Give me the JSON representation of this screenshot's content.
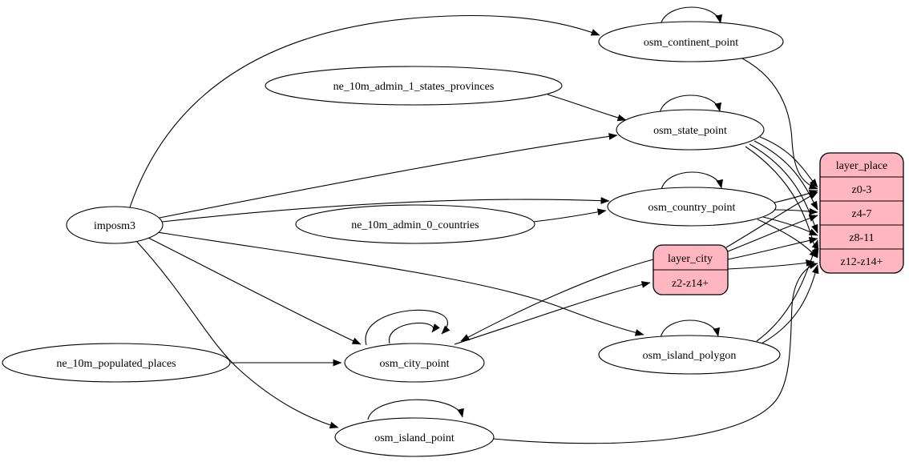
{
  "diagram": {
    "tool": "graphviz-etl-graph",
    "nodes": {
      "imposm3": {
        "label": "imposm3"
      },
      "ne_10m_admin_1_states_provinces": {
        "label": "ne_10m_admin_1_states_provinces"
      },
      "ne_10m_admin_0_countries": {
        "label": "ne_10m_admin_0_countries"
      },
      "ne_10m_populated_places": {
        "label": "ne_10m_populated_places"
      },
      "osm_continent_point": {
        "label": "osm_continent_point"
      },
      "osm_state_point": {
        "label": "osm_state_point"
      },
      "osm_country_point": {
        "label": "osm_country_point"
      },
      "osm_city_point": {
        "label": "osm_city_point"
      },
      "osm_island_polygon": {
        "label": "osm_island_polygon"
      },
      "osm_island_point": {
        "label": "osm_island_point"
      }
    },
    "records": {
      "layer_city": {
        "title": "layer_city",
        "rows": [
          "z2-z14+"
        ]
      },
      "layer_place": {
        "title": "layer_place",
        "rows": [
          "z0-3",
          "z4-7",
          "z8-11",
          "z12-z14+"
        ]
      }
    },
    "edges": [
      {
        "from": "imposm3",
        "to": "osm_continent_point"
      },
      {
        "from": "imposm3",
        "to": "osm_state_point"
      },
      {
        "from": "imposm3",
        "to": "osm_country_point"
      },
      {
        "from": "imposm3",
        "to": "osm_city_point"
      },
      {
        "from": "imposm3",
        "to": "osm_island_polygon"
      },
      {
        "from": "imposm3",
        "to": "osm_island_point"
      },
      {
        "from": "ne_10m_admin_1_states_provinces",
        "to": "osm_state_point"
      },
      {
        "from": "ne_10m_admin_0_countries",
        "to": "osm_country_point"
      },
      {
        "from": "ne_10m_populated_places",
        "to": "osm_city_point"
      },
      {
        "from": "osm_continent_point",
        "to": "osm_continent_point"
      },
      {
        "from": "osm_state_point",
        "to": "osm_state_point"
      },
      {
        "from": "osm_country_point",
        "to": "osm_country_point"
      },
      {
        "from": "osm_city_point",
        "to": "osm_city_point"
      },
      {
        "from": "osm_city_point",
        "to": "osm_city_point"
      },
      {
        "from": "osm_island_polygon",
        "to": "osm_island_polygon"
      },
      {
        "from": "osm_island_point",
        "to": "osm_island_point"
      },
      {
        "from": "osm_continent_point",
        "to": "layer_place:z0-3"
      },
      {
        "from": "osm_state_point",
        "to": "layer_place:z0-3"
      },
      {
        "from": "osm_state_point",
        "to": "layer_place:z4-7"
      },
      {
        "from": "osm_state_point",
        "to": "layer_place:z8-11"
      },
      {
        "from": "osm_state_point",
        "to": "layer_place:z12-z14+"
      },
      {
        "from": "osm_country_point",
        "to": "layer_place:z0-3"
      },
      {
        "from": "osm_country_point",
        "to": "layer_place:z4-7"
      },
      {
        "from": "osm_country_point",
        "to": "layer_place:z8-11"
      },
      {
        "from": "osm_country_point",
        "to": "layer_place:z12-z14+"
      },
      {
        "from": "osm_city_point",
        "to": "layer_city:z2-z14+"
      },
      {
        "from": "layer_city",
        "to": "osm_city_point"
      },
      {
        "from": "layer_city",
        "to": "layer_place:z0-3"
      },
      {
        "from": "layer_city",
        "to": "layer_place:z4-7"
      },
      {
        "from": "layer_city",
        "to": "layer_place:z8-11"
      },
      {
        "from": "layer_city",
        "to": "layer_place:z12-z14+"
      },
      {
        "from": "osm_island_polygon",
        "to": "layer_place:z8-11"
      },
      {
        "from": "osm_island_polygon",
        "to": "layer_place:z12-z14+"
      },
      {
        "from": "osm_island_point",
        "to": "layer_place:z12-z14+"
      }
    ],
    "colors": {
      "record_fill": "#ffb6c1",
      "node_fill": "#ffffff",
      "stroke": "#000000",
      "background": "#ffffff"
    }
  }
}
